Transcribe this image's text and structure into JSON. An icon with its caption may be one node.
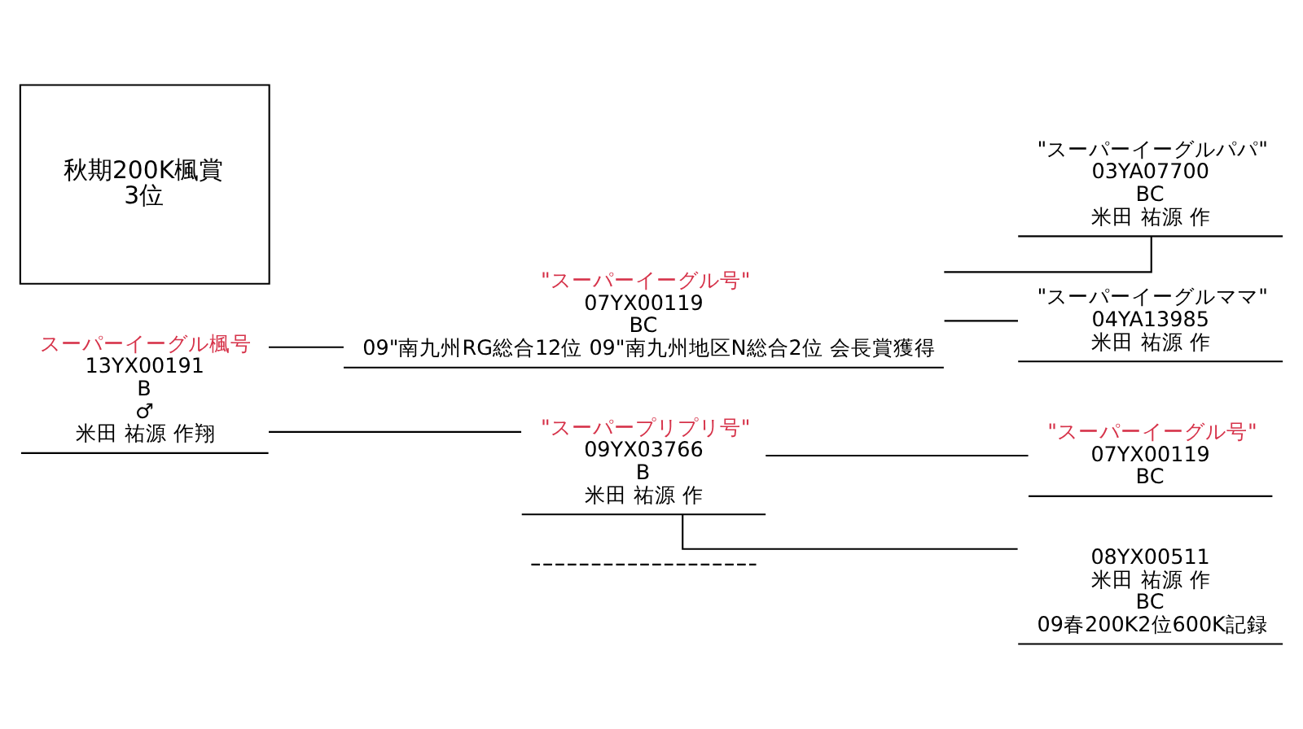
{
  "diagram": {
    "nodes": [
      {
        "text": [
          "秋期200K楓賞",
          "3位"
        ]
      },
      {
        "text": [
          "スーパーイーグル楓号",
          "13YX00191",
          "B",
          "♂",
          "米田 祐源 作翔"
        ]
      },
      {
        "text": [
          "\"スーパーイーグル号\"",
          "07YX00119",
          "BC",
          "09\"南九州RG総合12位 09\"南九州地区N総合2位 会長賞獲得"
        ]
      },
      {
        "text": [
          "\"スーパープリプリ号\"",
          "09YX03766",
          "B",
          "米田 祐源 作"
        ]
      },
      {
        "text": [
          "\"スーパーイーグルパパ\"",
          "03YA07700",
          "BC",
          "米田 祐源 作"
        ]
      },
      {
        "text": [
          "\"スーパーイーグルママ\"",
          "04YA13985",
          "米田 祐源 作"
        ]
      },
      {
        "text": [
          "\"スーパーイーグル号\"",
          "07YX00119",
          "BC"
        ]
      },
      {
        "text": [
          "08YX00511",
          "米田 祐源 作",
          "BC",
          "09春200K2位600K記録"
        ]
      },
      {
        "text": [],
        "shape": "bar"
      }
    ],
    "edges": [
      {
        "from": 1,
        "to": 2,
        "arrow": "none"
      },
      {
        "from": 1,
        "to": 3,
        "arrow": "none"
      },
      {
        "from": 2,
        "to": 4,
        "arrow": "none"
      },
      {
        "from": 2,
        "to": 5,
        "arrow": "none"
      },
      {
        "from": 3,
        "to": 6,
        "arrow": "none"
      },
      {
        "from": 3,
        "to": 7,
        "arrow": "none"
      }
    ]
  }
}
